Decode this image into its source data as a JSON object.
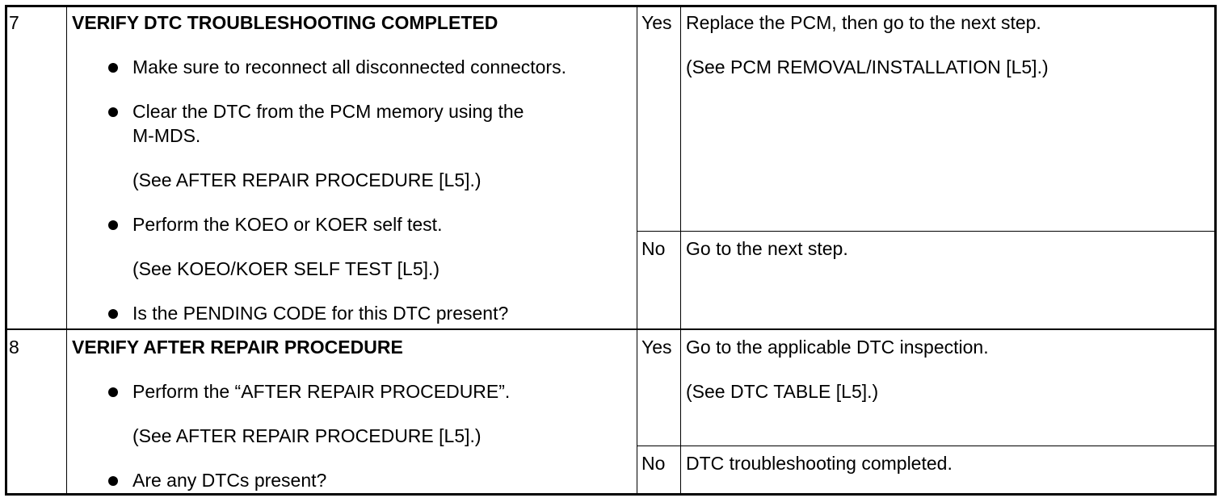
{
  "steps": [
    {
      "number": "7",
      "title": "VERIFY DTC TROUBLESHOOTING COMPLETED",
      "items": [
        {
          "text": "Make sure to reconnect all disconnected connectors."
        },
        {
          "text_line1": "Clear the DTC from the PCM memory using the",
          "text_line2": "M-MDS.",
          "ref": "(See AFTER REPAIR PROCEDURE [L5].)"
        },
        {
          "text": "Perform the KOEO or KOER self test.",
          "ref": "(See KOEO/KOER SELF TEST [L5].)"
        },
        {
          "text": "Is the PENDING CODE for this DTC present?"
        }
      ],
      "yes": {
        "label": "Yes",
        "action": "Replace the PCM, then go to the next step.",
        "ref": "(See PCM REMOVAL/INSTALLATION [L5].)"
      },
      "no": {
        "label": "No",
        "action": "Go to the next step."
      }
    },
    {
      "number": "8",
      "title": "VERIFY AFTER REPAIR PROCEDURE",
      "items": [
        {
          "text": "Perform the “AFTER REPAIR PROCEDURE”.",
          "ref": "(See AFTER REPAIR PROCEDURE [L5].)"
        },
        {
          "text": "Are any DTCs present?"
        }
      ],
      "yes": {
        "label": "Yes",
        "action": "Go to the applicable DTC inspection.",
        "ref": "(See DTC TABLE [L5].)"
      },
      "no": {
        "label": "No",
        "action": "DTC troubleshooting completed."
      }
    }
  ]
}
